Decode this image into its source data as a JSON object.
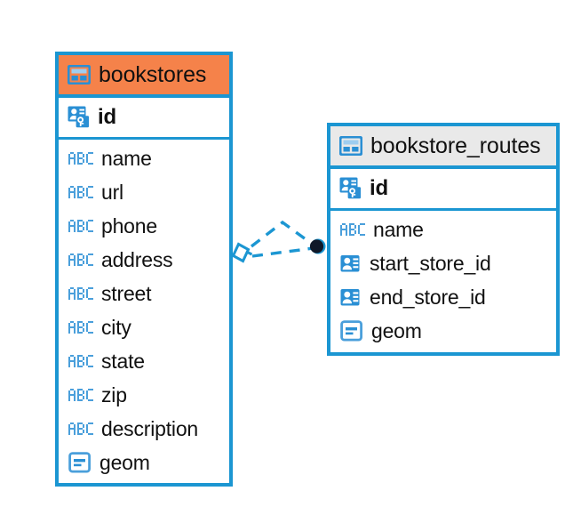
{
  "diagram": {
    "type": "entity-relationship-diagram",
    "background": "#ffffff",
    "colors": {
      "border_blue": "#1b96d2",
      "header_orange": "#f5824a",
      "header_grey": "#e9e9e9",
      "icon_blue": "#2a8fd4",
      "text": "#111111",
      "connector_dark": "#101828"
    }
  },
  "entities": [
    {
      "name": "bookstores",
      "header_style": "orange",
      "table_icon": "table-icon",
      "primary_key": {
        "label": "id",
        "icon": "primary-key-icon"
      },
      "fields": [
        {
          "label": "name",
          "icon": "abc-text-icon"
        },
        {
          "label": "url",
          "icon": "abc-text-icon"
        },
        {
          "label": "phone",
          "icon": "abc-text-icon"
        },
        {
          "label": "address",
          "icon": "abc-text-icon"
        },
        {
          "label": "street",
          "icon": "abc-text-icon"
        },
        {
          "label": "city",
          "icon": "abc-text-icon"
        },
        {
          "label": "state",
          "icon": "abc-text-icon"
        },
        {
          "label": "zip",
          "icon": "abc-text-icon"
        },
        {
          "label": "description",
          "icon": "abc-text-icon"
        },
        {
          "label": "geom",
          "icon": "geometry-icon"
        }
      ]
    },
    {
      "name": "bookstore_routes",
      "header_style": "grey",
      "table_icon": "table-icon",
      "primary_key": {
        "label": "id",
        "icon": "primary-key-icon"
      },
      "fields": [
        {
          "label": "name",
          "icon": "abc-text-icon"
        },
        {
          "label": "start_store_id",
          "icon": "foreign-key-icon"
        },
        {
          "label": "end_store_id",
          "icon": "foreign-key-icon"
        },
        {
          "label": "geom",
          "icon": "geometry-icon"
        }
      ]
    }
  ],
  "relationships": [
    {
      "from_entity": "bookstores",
      "to_entity": "bookstore_routes",
      "from_marker": "diamond-marker",
      "to_marker": "filled-circle-marker",
      "line_style": "dashed",
      "line_count": 2
    }
  ]
}
